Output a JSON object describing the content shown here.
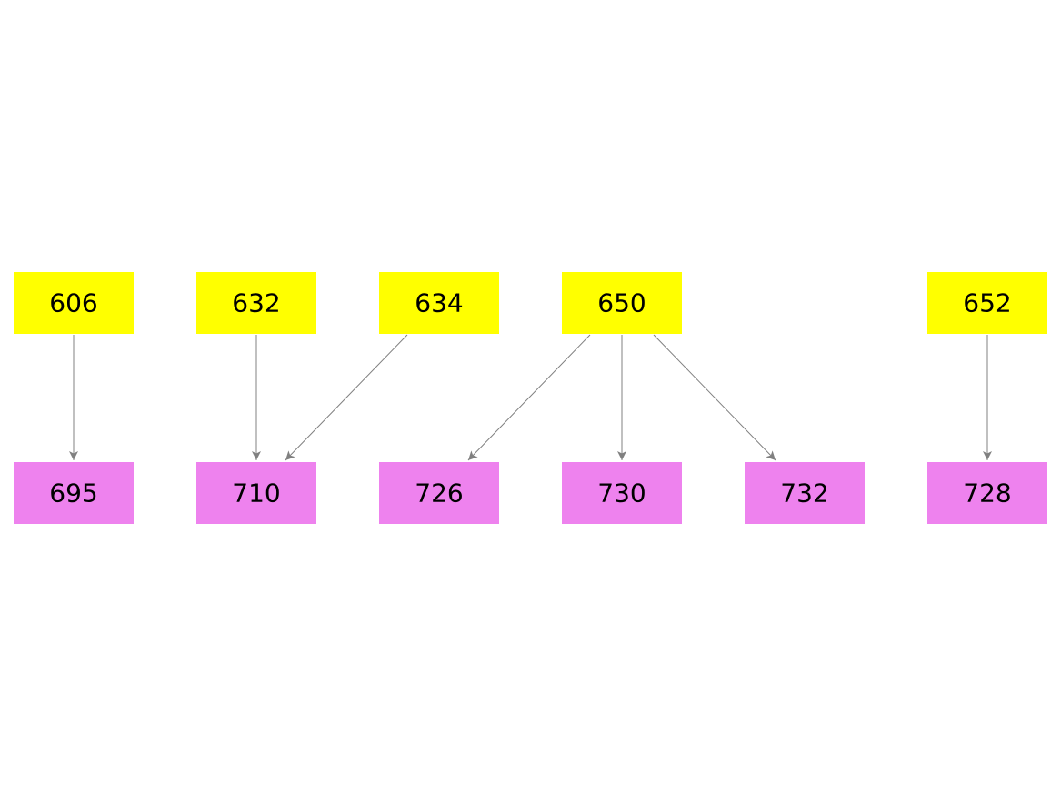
{
  "colors": {
    "parent_fill": "#ffff00",
    "child_fill": "#ee82ee",
    "edge": "#808080",
    "text": "#000000",
    "background": "#ffffff"
  },
  "nodes": [
    {
      "id": "606",
      "label": "606",
      "kind": "parent"
    },
    {
      "id": "632",
      "label": "632",
      "kind": "parent"
    },
    {
      "id": "634",
      "label": "634",
      "kind": "parent"
    },
    {
      "id": "650",
      "label": "650",
      "kind": "parent"
    },
    {
      "id": "652",
      "label": "652",
      "kind": "parent"
    },
    {
      "id": "695",
      "label": "695",
      "kind": "child"
    },
    {
      "id": "710",
      "label": "710",
      "kind": "child"
    },
    {
      "id": "726",
      "label": "726",
      "kind": "child"
    },
    {
      "id": "730",
      "label": "730",
      "kind": "child"
    },
    {
      "id": "732",
      "label": "732",
      "kind": "child"
    },
    {
      "id": "728",
      "label": "728",
      "kind": "child"
    }
  ],
  "edges": [
    {
      "from": "606",
      "to": "695"
    },
    {
      "from": "632",
      "to": "710"
    },
    {
      "from": "634",
      "to": "710"
    },
    {
      "from": "650",
      "to": "726"
    },
    {
      "from": "650",
      "to": "730"
    },
    {
      "from": "650",
      "to": "732"
    },
    {
      "from": "652",
      "to": "728"
    }
  ]
}
